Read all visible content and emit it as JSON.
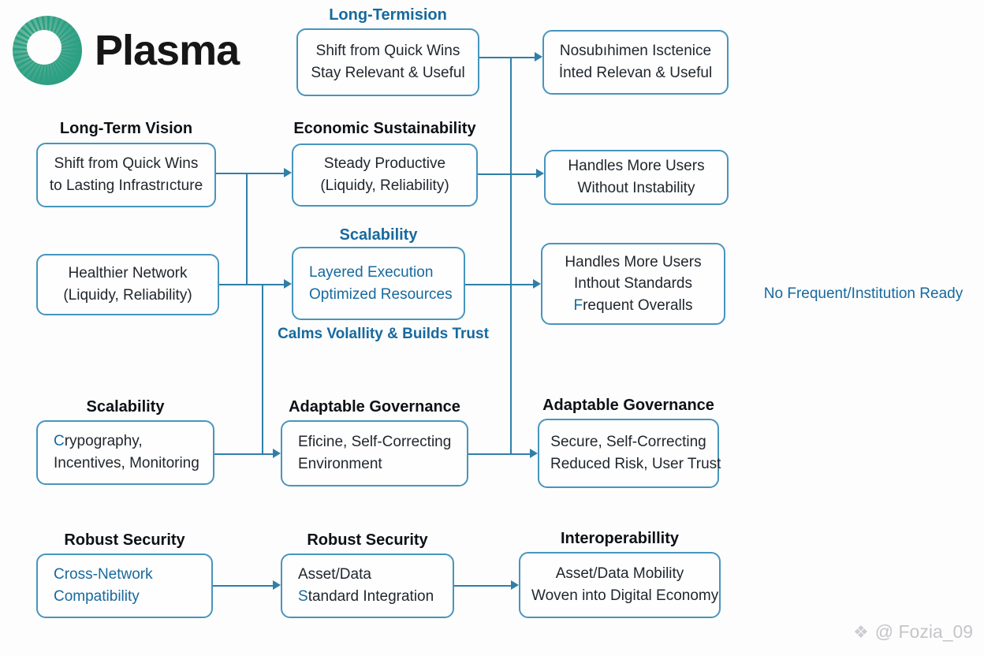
{
  "brand": {
    "name": "Plasma"
  },
  "colors": {
    "accent_blue": "#17699e",
    "box_border": "#4795bd",
    "connector": "#2f7fa8",
    "dark_text": "#21272e"
  },
  "side_note": {
    "text": "No Frequent/Institution Ready"
  },
  "watermark": {
    "icon": "❖",
    "handle": "@ Fozia_09"
  },
  "boxes": {
    "top_mid": {
      "title": "Long-Termision",
      "line1": "Shift from Quick Wins",
      "line2": "Stay Relevant & Useful"
    },
    "top_right": {
      "line1": "Nosubıhimen Isctenice",
      "line2": "İnted Relevan & Useful"
    },
    "left1": {
      "title": "Long-Term Vision",
      "line1": "Shift from Quick Wins",
      "line2": "to Lasting Infrastrıcture"
    },
    "mid1": {
      "title": "Economic Sustainability",
      "line1": "Steady Productive",
      "line2": "(Liquidy, Reliability)"
    },
    "right1": {
      "line1": "Handles More Users",
      "line2": "Without Instability"
    },
    "left2": {
      "line1": "Healthier Network",
      "line2": "(Liquidy, Reliability)"
    },
    "mid2": {
      "title": "Scalability",
      "line1": "Layered Execution",
      "line2": "Optimized Resources",
      "caption": "Calms Volallity & Builds Trust"
    },
    "right2": {
      "line1": "Handles More Users",
      "line2": "Inthout Standards",
      "line3": "Frequent Overalls"
    },
    "left3": {
      "title": "Scalability",
      "line1": "Crypography,",
      "line2": "Incentives, Monitoring"
    },
    "mid3": {
      "title": "Adaptable Governance",
      "line1": "Eficine, Self-Correcting",
      "line2": "Environment"
    },
    "right3": {
      "title": "Adaptable Governance",
      "line1": "Secure, Self-Correcting",
      "line2": "Reduced Risk, User Trust"
    },
    "bottom_left": {
      "title": "Robust Security",
      "line1": "Cross-Network",
      "line2": "Compatibility"
    },
    "bottom_mid": {
      "title": "Robust Security",
      "line1": "Asset/Data",
      "line2": "Standard Integration"
    },
    "bottom_right": {
      "title": "Interoperabillity",
      "line1": "Asset/Data Mobility",
      "line2": "Woven into Digital Economy"
    }
  }
}
